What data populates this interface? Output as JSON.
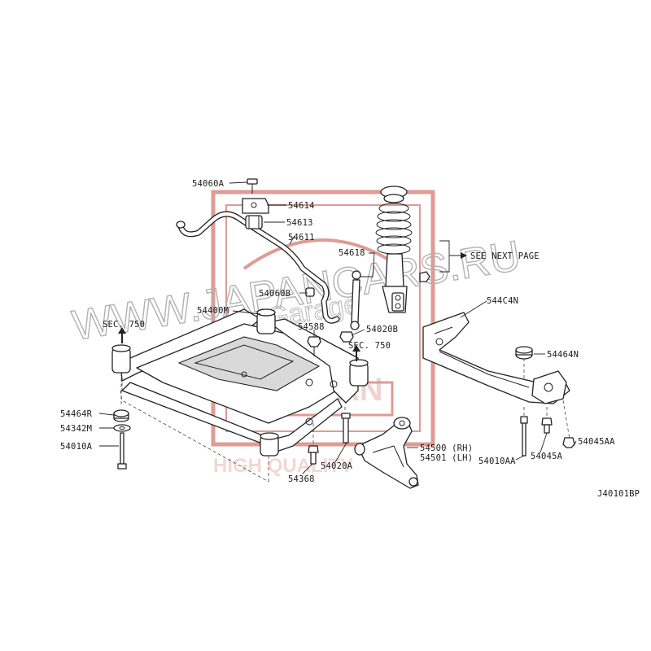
{
  "watermark": {
    "site": "WWW.JAPANCARS.RU",
    "brand": "JAPAN",
    "sub": "4Garage",
    "tagline": "HIGH QUALITY",
    "color": "#c0392b"
  },
  "callouts": [
    {
      "id": "c-54060a",
      "text": "54060A"
    },
    {
      "id": "c-54614",
      "text": "54614"
    },
    {
      "id": "c-54613",
      "text": "54613"
    },
    {
      "id": "c-54611",
      "text": "54611"
    },
    {
      "id": "c-54618",
      "text": "54618"
    },
    {
      "id": "c-54060b",
      "text": "54060B"
    },
    {
      "id": "c-544c4n",
      "text": "544C4N"
    },
    {
      "id": "c-54400m",
      "text": "54400M"
    },
    {
      "id": "c-sec750-left",
      "text": "SEC. 750"
    },
    {
      "id": "c-54588",
      "text": "54588"
    },
    {
      "id": "c-54020b",
      "text": "54020B"
    },
    {
      "id": "c-sec750-mid",
      "text": "SEC. 750"
    },
    {
      "id": "c-54464n",
      "text": "54464N"
    },
    {
      "id": "c-54464r",
      "text": "54464R"
    },
    {
      "id": "c-54342m",
      "text": "54342M"
    },
    {
      "id": "c-54010a",
      "text": "54010A"
    },
    {
      "id": "c-54500",
      "text": "54500 (RH)"
    },
    {
      "id": "c-54501",
      "text": "54501 (LH)"
    },
    {
      "id": "c-54020a",
      "text": "54020A"
    },
    {
      "id": "c-54368",
      "text": "54368"
    },
    {
      "id": "c-54010aa",
      "text": "54010AA"
    },
    {
      "id": "c-54045a",
      "text": "54045A"
    },
    {
      "id": "c-54045aa",
      "text": "54045AA"
    }
  ],
  "see_next_page": "SEE NEXT PAGE",
  "diagram_code": "J40101BP"
}
